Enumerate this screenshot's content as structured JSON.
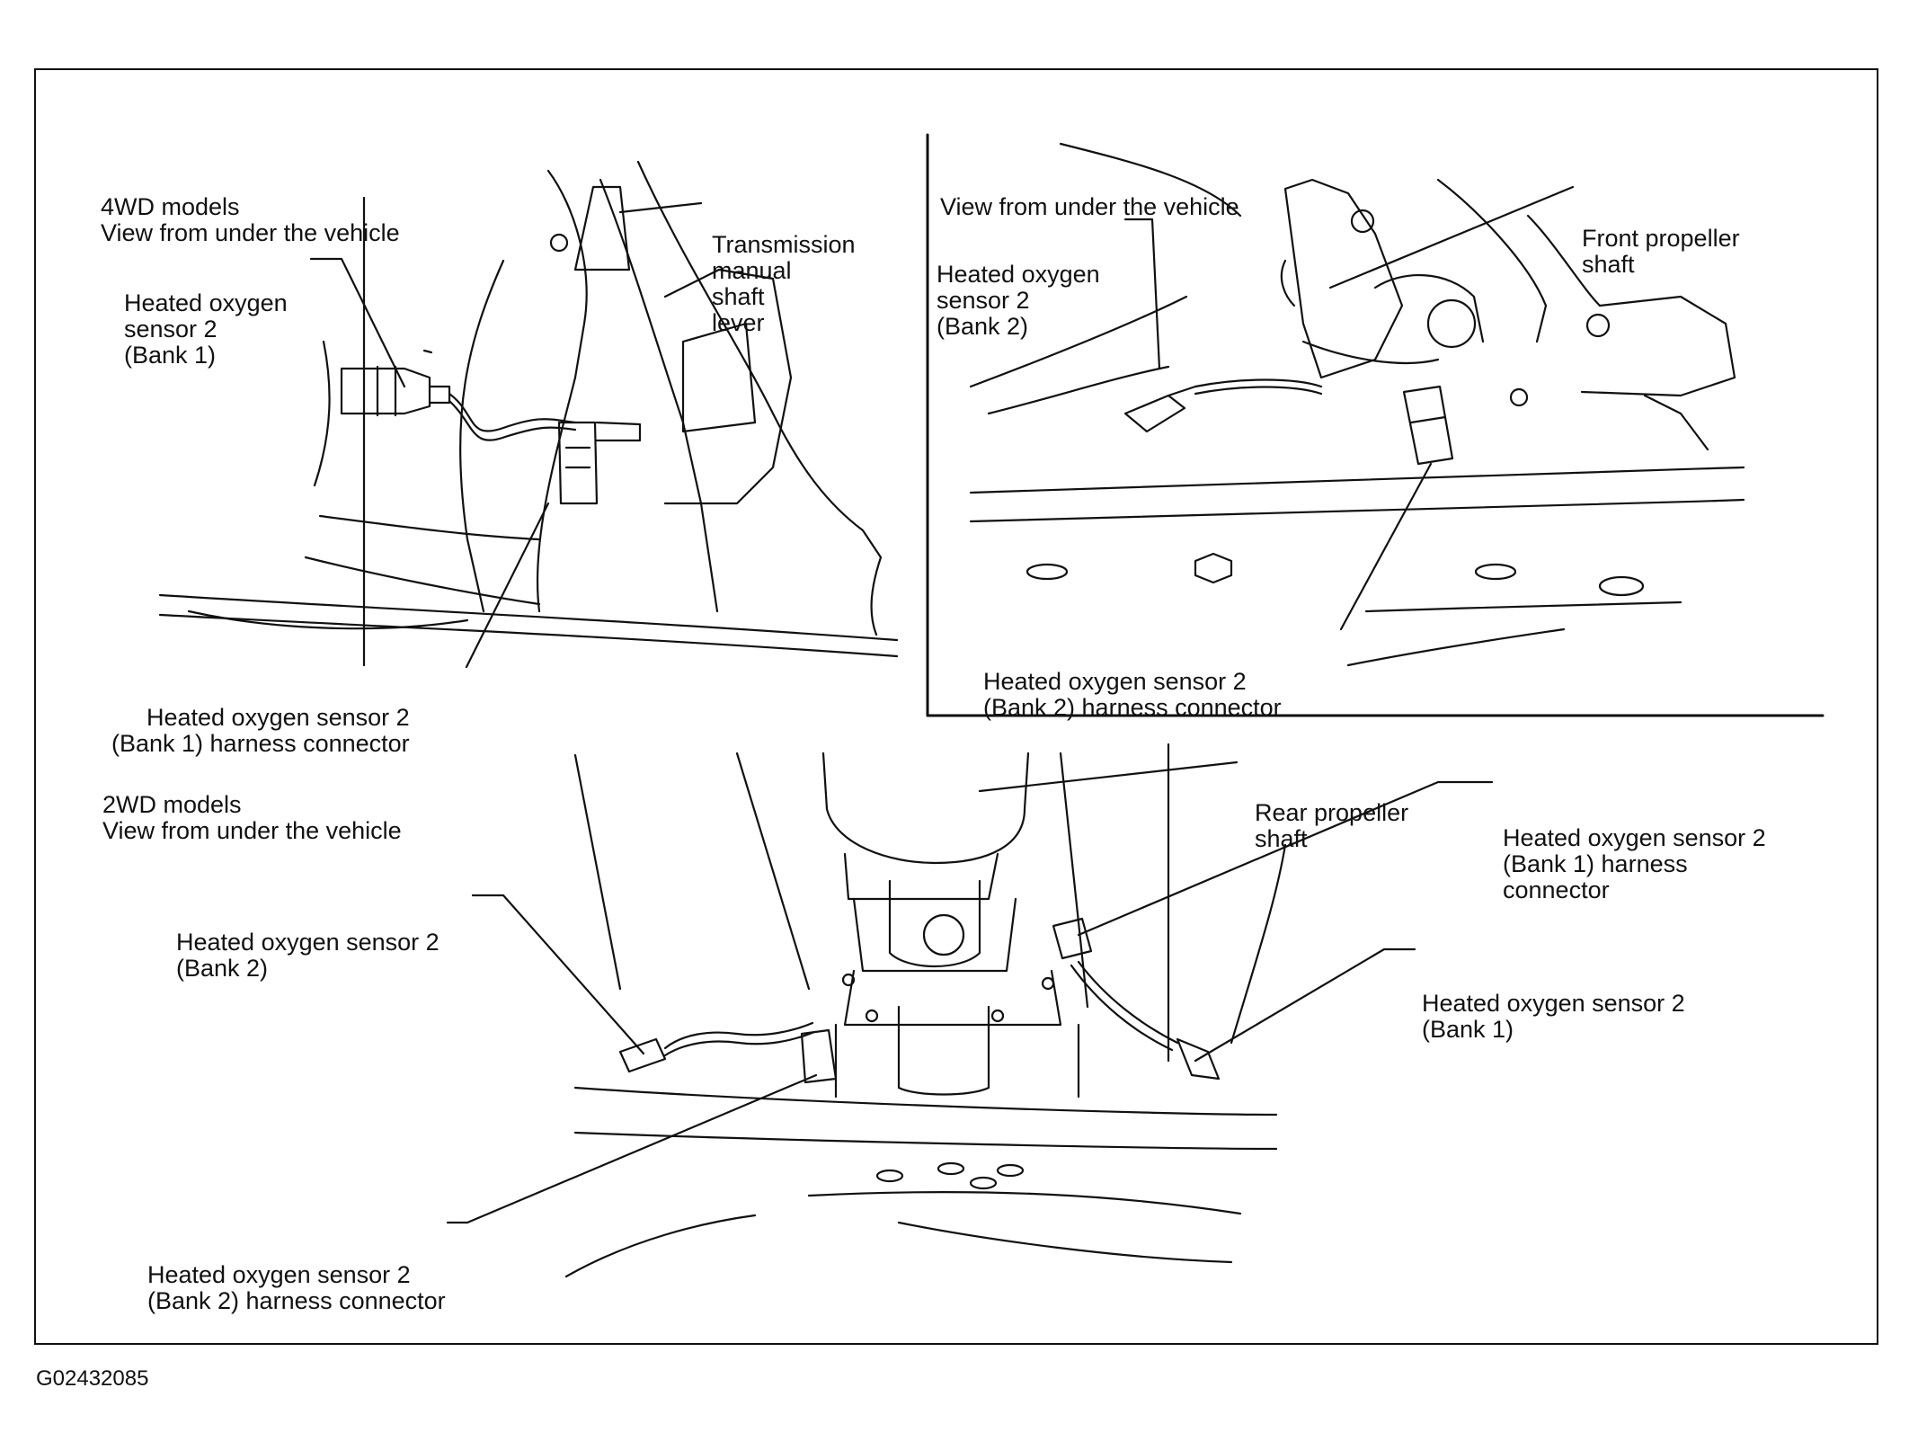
{
  "panels": {
    "top_left": {
      "heading": [
        "4WD models",
        "View from under the vehicle"
      ],
      "labels": {
        "sensor": [
          "Heated oxygen",
          "sensor 2",
          "(Bank 1)"
        ],
        "transmission_lever": [
          "Transmission",
          "manual",
          "shaft",
          "lever"
        ],
        "connector": [
          "Heated oxygen sensor 2",
          "(Bank 1) harness connector"
        ]
      }
    },
    "top_right": {
      "heading": [
        "View from under the vehicle"
      ],
      "labels": {
        "sensor": [
          "Heated oxygen",
          "sensor 2",
          "(Bank 2)"
        ],
        "propeller": [
          "Front propeller",
          "shaft"
        ],
        "connector": [
          "Heated oxygen sensor 2",
          "(Bank 2) harness connector"
        ]
      }
    },
    "bottom": {
      "heading": [
        "2WD models",
        "View from under the vehicle"
      ],
      "labels": {
        "rear_propeller": [
          "Rear propeller",
          "shaft"
        ],
        "bank1_connector": [
          "Heated oxygen sensor 2",
          "(Bank 1) harness",
          "connector"
        ],
        "bank2_sensor": [
          "Heated oxygen sensor 2",
          "(Bank 2)"
        ],
        "bank1_sensor": [
          "Heated oxygen sensor 2",
          "(Bank 1)"
        ],
        "bank2_connector": [
          "Heated oxygen sensor 2",
          "(Bank 2) harness connector"
        ]
      }
    }
  },
  "figure_id": "G02432085"
}
